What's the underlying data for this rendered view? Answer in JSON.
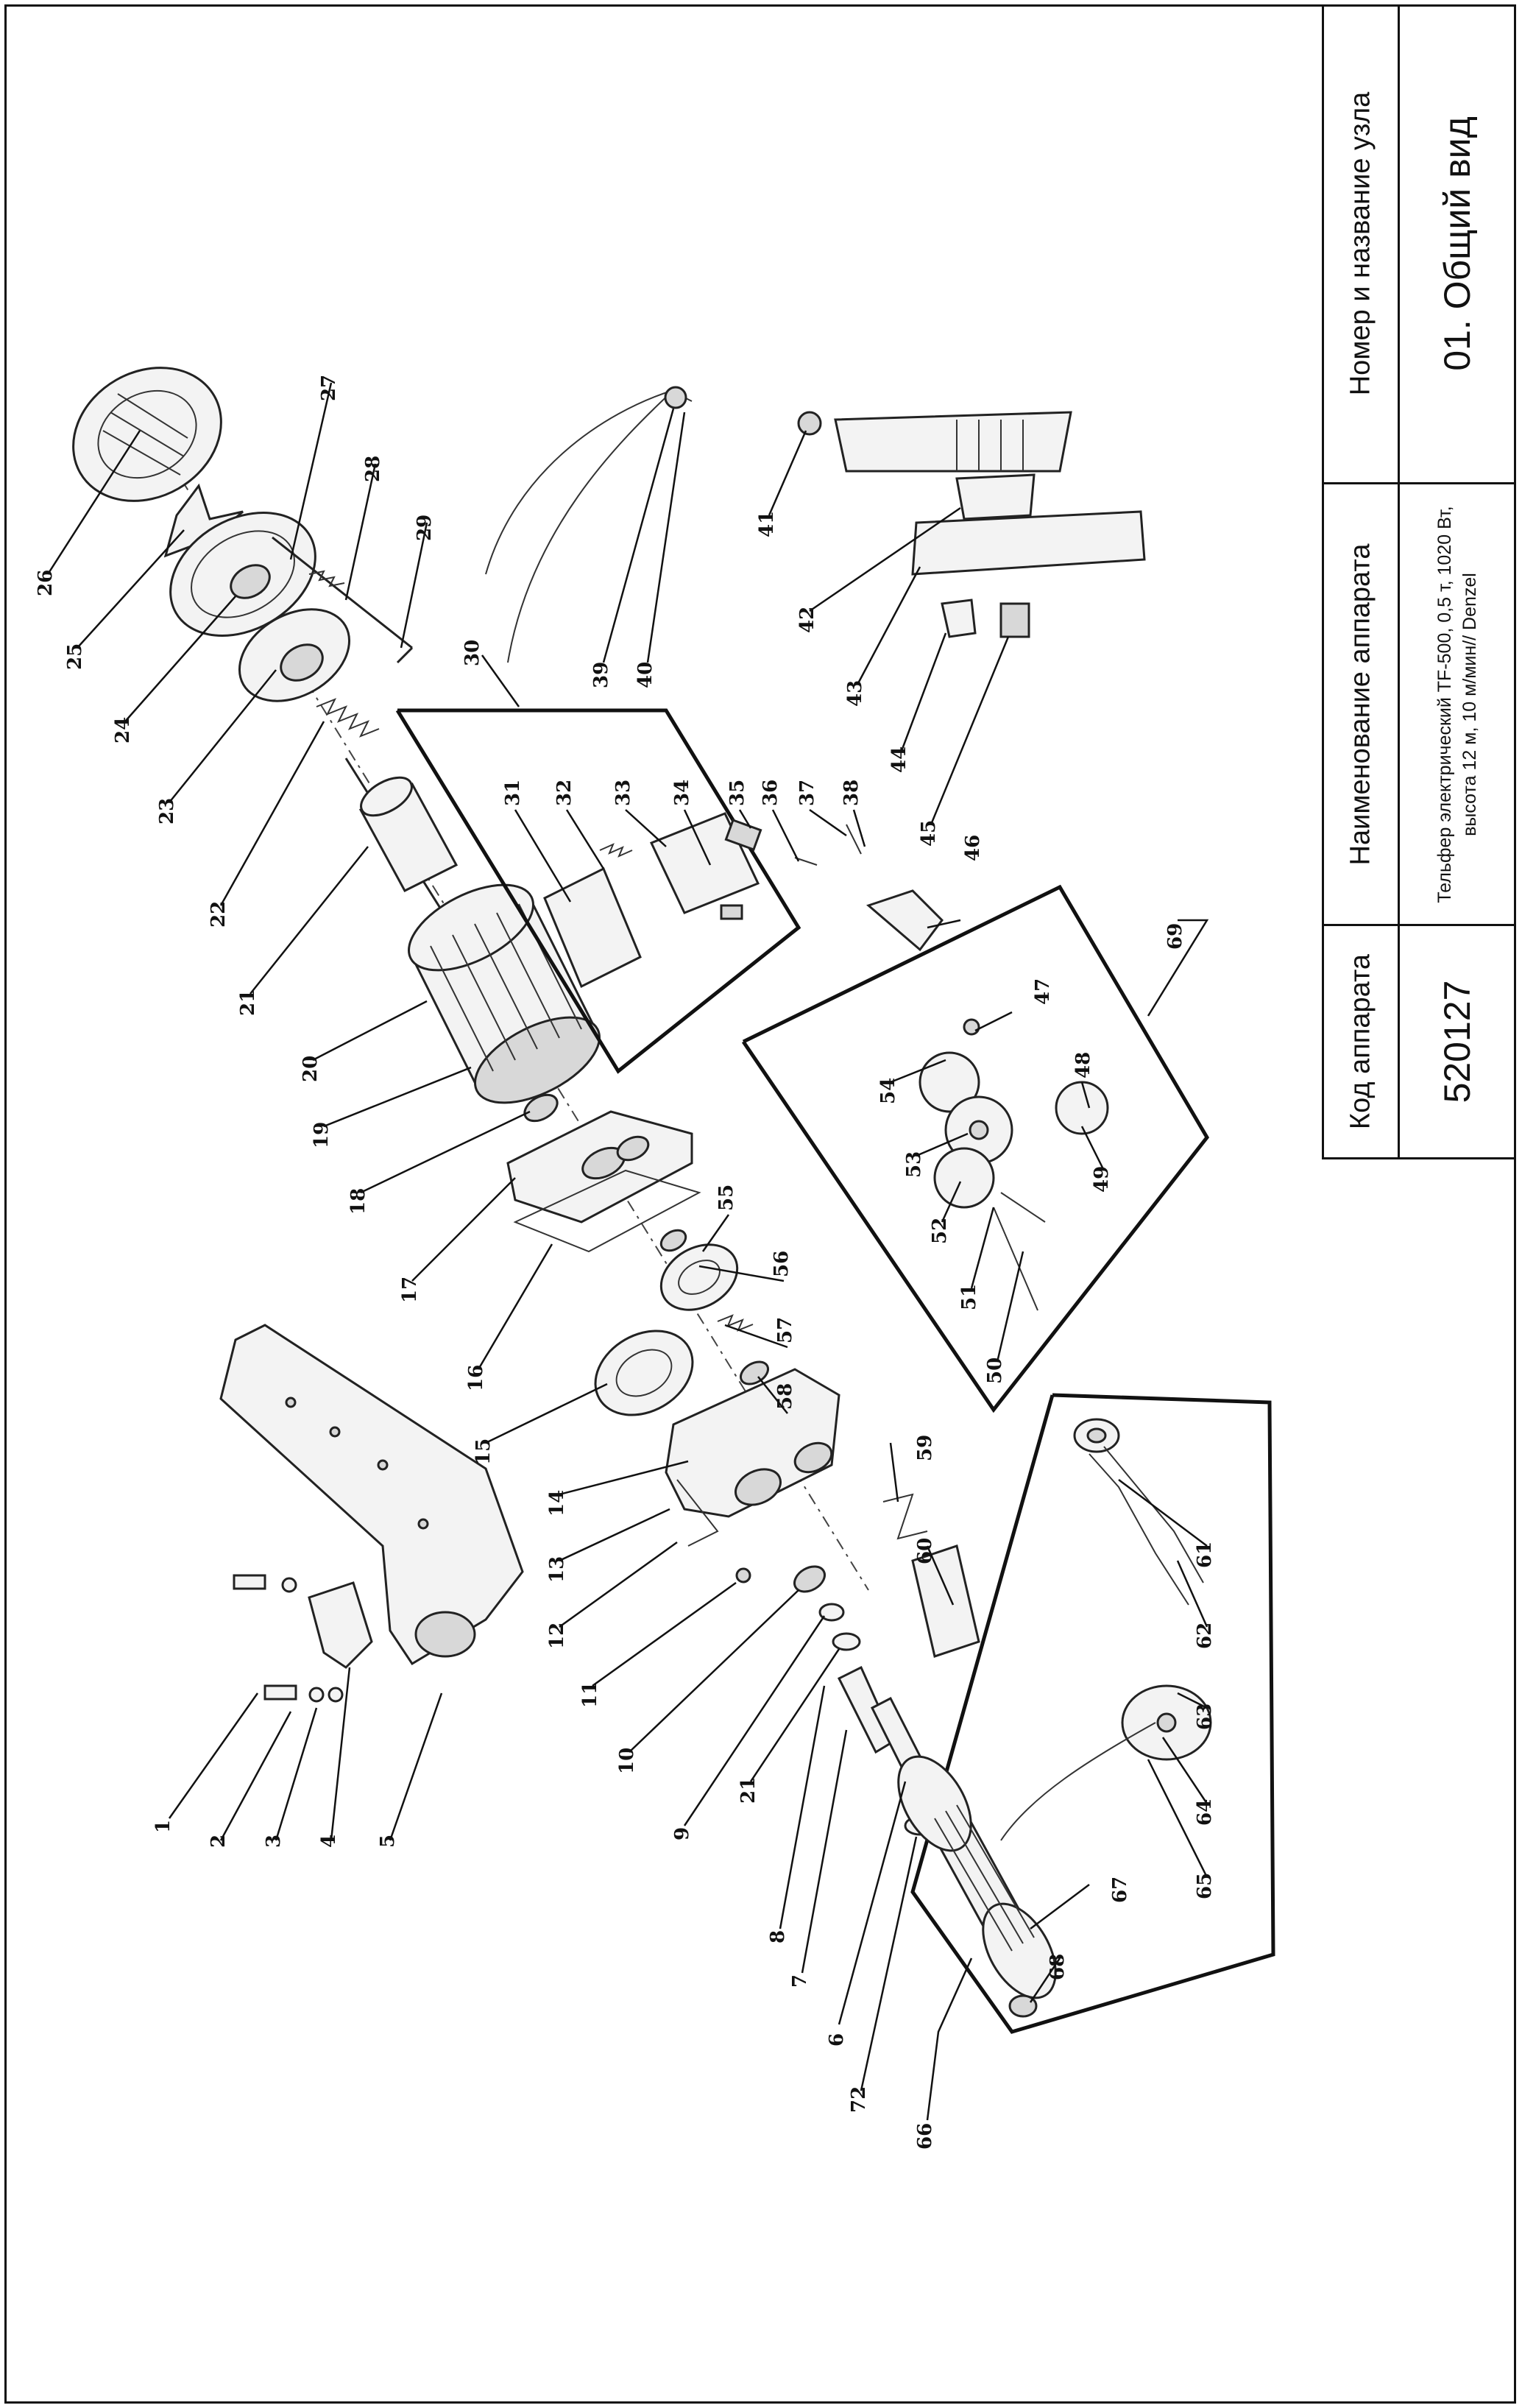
{
  "title_block": {
    "unit_header": "Номер и название узла",
    "unit_value": "01. Общий вид",
    "name_header": "Наименование аппарата",
    "name_value": "Тельфер электрический TF-500, 0,5 т, 1020 Вт, высота 12 м, 10 м/мин// Denzel",
    "code_header": "Код аппарата",
    "code_value": "520127"
  },
  "callouts": {
    "n1": "1",
    "n2": "2",
    "n3": "3",
    "n4": "4",
    "n5": "5",
    "n6": "6",
    "n7": "7",
    "n8": "8",
    "n9": "9",
    "n10": "10",
    "n11": "11",
    "n12": "12",
    "n13": "13",
    "n14": "14",
    "n15": "15",
    "n16": "16",
    "n17": "17",
    "n18": "18",
    "n19": "19",
    "n20": "20",
    "n21": "21",
    "n21b": "21",
    "n22": "22",
    "n23": "23",
    "n24": "24",
    "n25": "25",
    "n26": "26",
    "n27": "27",
    "n28": "28",
    "n29": "29",
    "n30": "30",
    "n31": "31",
    "n32": "32",
    "n33": "33",
    "n34": "34",
    "n35": "35",
    "n36": "36",
    "n37": "37",
    "n38": "38",
    "n39": "39",
    "n40": "40",
    "n41": "41",
    "n42": "42",
    "n43": "43",
    "n44": "44",
    "n45": "45",
    "n46": "46",
    "n47": "47",
    "n48": "48",
    "n49": "49",
    "n50": "50",
    "n51": "51",
    "n52": "52",
    "n53": "53",
    "n54": "54",
    "n55": "55",
    "n56": "56",
    "n57": "57",
    "n58": "58",
    "n59": "59",
    "n60": "60",
    "n61": "61",
    "n62": "62",
    "n63": "63",
    "n64": "64",
    "n65": "65",
    "n66": "66",
    "n67": "67",
    "n68": "68",
    "n69": "69",
    "n72": "72"
  }
}
